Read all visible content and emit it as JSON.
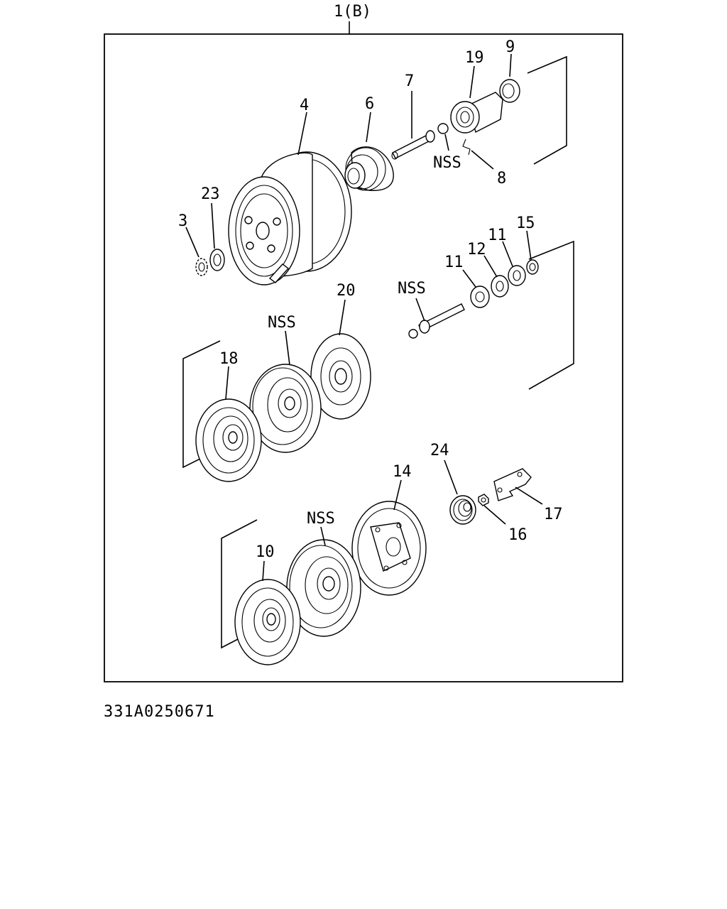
{
  "assembly_label": "1(B)",
  "figure_code": "331A0250671",
  "callouts": {
    "c3": "3",
    "c4": "4",
    "c6": "6",
    "c7": "7",
    "c8": "8",
    "c9": "9",
    "c10": "10",
    "c11a": "11",
    "c11b": "11",
    "c12": "12",
    "c14": "14",
    "c15": "15",
    "c16": "16",
    "c17": "17",
    "c18": "18",
    "c19": "19",
    "c20": "20",
    "c23": "23",
    "c24": "24",
    "nss_shaft": "NSS",
    "nss_bolt": "NSS",
    "nss_plate_mid": "NSS",
    "nss_plate_low": "NSS"
  }
}
